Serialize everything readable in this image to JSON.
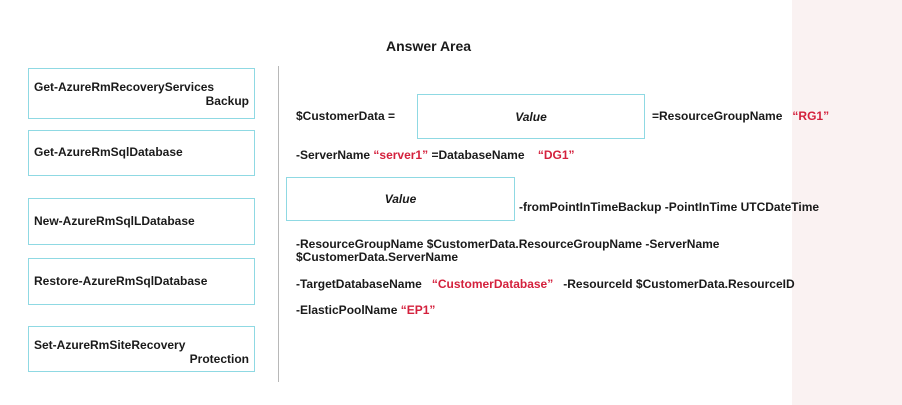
{
  "title": "Answer Area",
  "tiles": [
    {
      "line1": "Get-AzureRmRecoveryServices",
      "line2": "Backup"
    },
    {
      "line1": "Get-AzureRmSqlDatabase",
      "line2": ""
    },
    {
      "line1": "New-AzureRmSqlLDatabase",
      "line2": ""
    },
    {
      "line1": "Restore-AzureRmSqlDatabase",
      "line2": ""
    },
    {
      "line1": "Set-AzureRmSiteRecovery",
      "line2": "Protection"
    }
  ],
  "slots": [
    {
      "label": "Value"
    },
    {
      "label": "Value"
    }
  ],
  "code": {
    "line1_prefix": "$CustomerData =",
    "line1_suffix": "=ResourceGroupName",
    "line1_rg": "“RG1”",
    "line2_a": "-ServerName",
    "line2_server": "“server1”",
    "line2_b": "=DatabaseName",
    "line2_db": "“DG1”",
    "line3_suffix": "-fromPointInTimeBackup  -PointInTime UTCDateTime",
    "line4a": "-ResourceGroupName  $CustomerData.ResourceGroupName  -ServerName",
    "line4b": "$CustomerData.ServerName",
    "line5_a": "-TargetDatabaseName",
    "line5_target": "“CustomerDatabase”",
    "line5_b": "-ResourceId $CustomerData.ResourceID",
    "line6_a": "-ElasticPoolName",
    "line6_pool": "“EP1”"
  },
  "colors": {
    "accent_border": "#8fd9e3",
    "string_red": "#d4213d"
  }
}
